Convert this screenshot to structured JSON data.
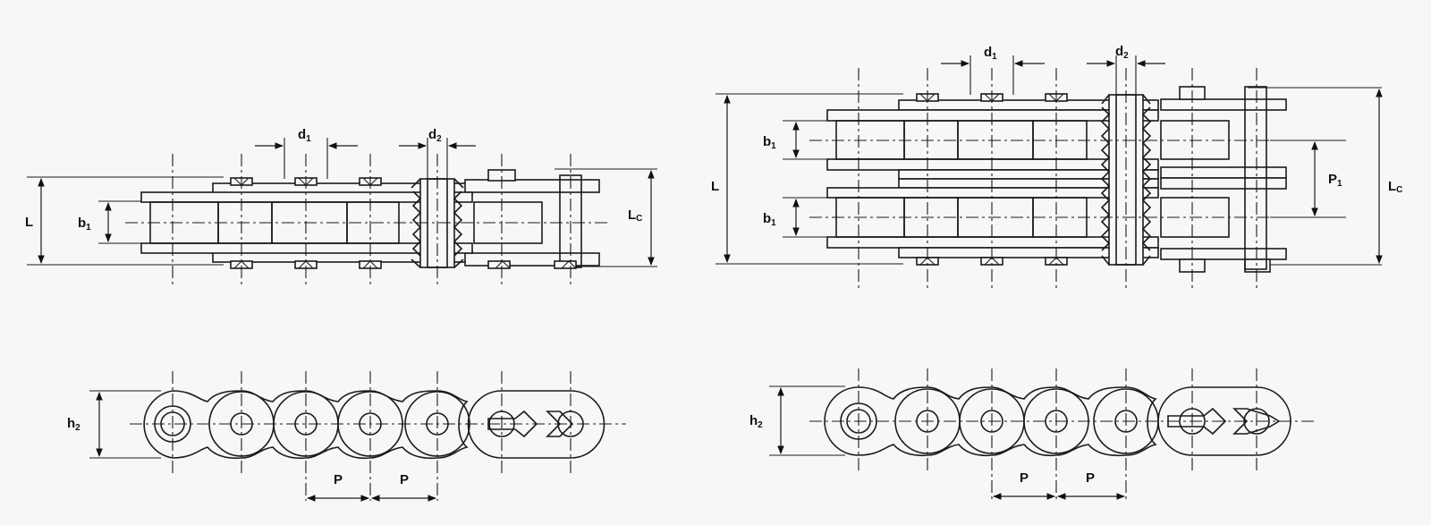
{
  "single_strand": {
    "top_view": {
      "L": "L",
      "b1": "b",
      "b1_sub": "1",
      "Lc": "L",
      "Lc_sub": "C",
      "d1": "d",
      "d1_sub": "1",
      "d2": "d",
      "d2_sub": "2"
    },
    "side_view": {
      "h2": "h",
      "h2_sub": "2",
      "pitch_1": "P",
      "pitch_2": "P"
    }
  },
  "double_strand": {
    "top_view": {
      "L": "L",
      "b1_upper": "b",
      "b1_upper_sub": "1",
      "b1_lower": "b",
      "b1_lower_sub": "1",
      "P1": "P",
      "P1_sub": "1",
      "Lc": "L",
      "Lc_sub": "C",
      "d1": "d",
      "d1_sub": "1",
      "d2": "d",
      "d2_sub": "2"
    },
    "side_view": {
      "h2": "h",
      "h2_sub": "2",
      "pitch_1": "P",
      "pitch_2": "P"
    }
  }
}
